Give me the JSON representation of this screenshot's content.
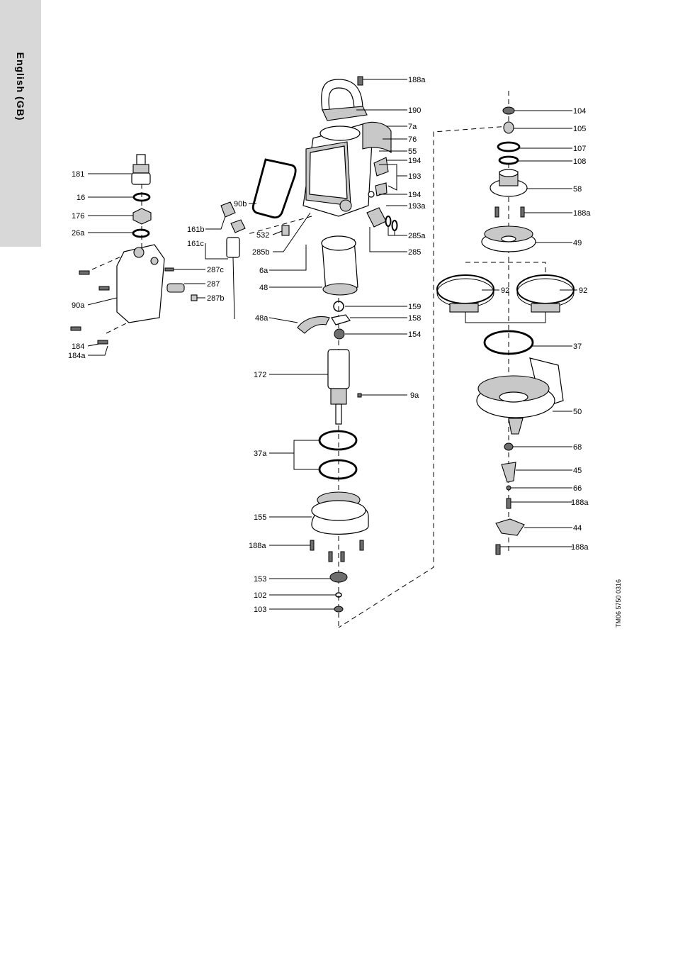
{
  "side_tab": {
    "label": "English (GB)"
  },
  "drawing_code": "TM06 5750 0316",
  "callouts": {
    "c188a_top": "188a",
    "c190": "190",
    "c7a": "7a",
    "c76": "76",
    "c55": "55",
    "c194a": "194",
    "c193": "193",
    "c194b": "194",
    "c193a": "193a",
    "c285a": "285a",
    "c285": "285",
    "c532": "532",
    "c285b": "285b",
    "c6a": "6a",
    "c48": "48",
    "c159": "159",
    "c158": "158",
    "c48a": "48a",
    "c154": "154",
    "c172": "172",
    "c9a": "9a",
    "c37a": "37a",
    "c155": "155",
    "c188a_mid": "188a",
    "c153": "153",
    "c102": "102",
    "c103": "103",
    "c181": "181",
    "c16": "16",
    "c176": "176",
    "c26a": "26a",
    "c90b": "90b",
    "c161b": "161b",
    "c161c": "161c",
    "c287c": "287c",
    "c287": "287",
    "c287b": "287b",
    "c90a": "90a",
    "c184": "184",
    "c184a": "184a",
    "c104": "104",
    "c105": "105",
    "c107": "107",
    "c108": "108",
    "c58": "58",
    "c188a_r1": "188a",
    "c49": "49",
    "c92a": "92",
    "c92b": "92",
    "c37": "37",
    "c50": "50",
    "c68": "68",
    "c45": "45",
    "c66": "66",
    "c188a_r2": "188a",
    "c44": "44",
    "c188a_r3": "188a"
  }
}
